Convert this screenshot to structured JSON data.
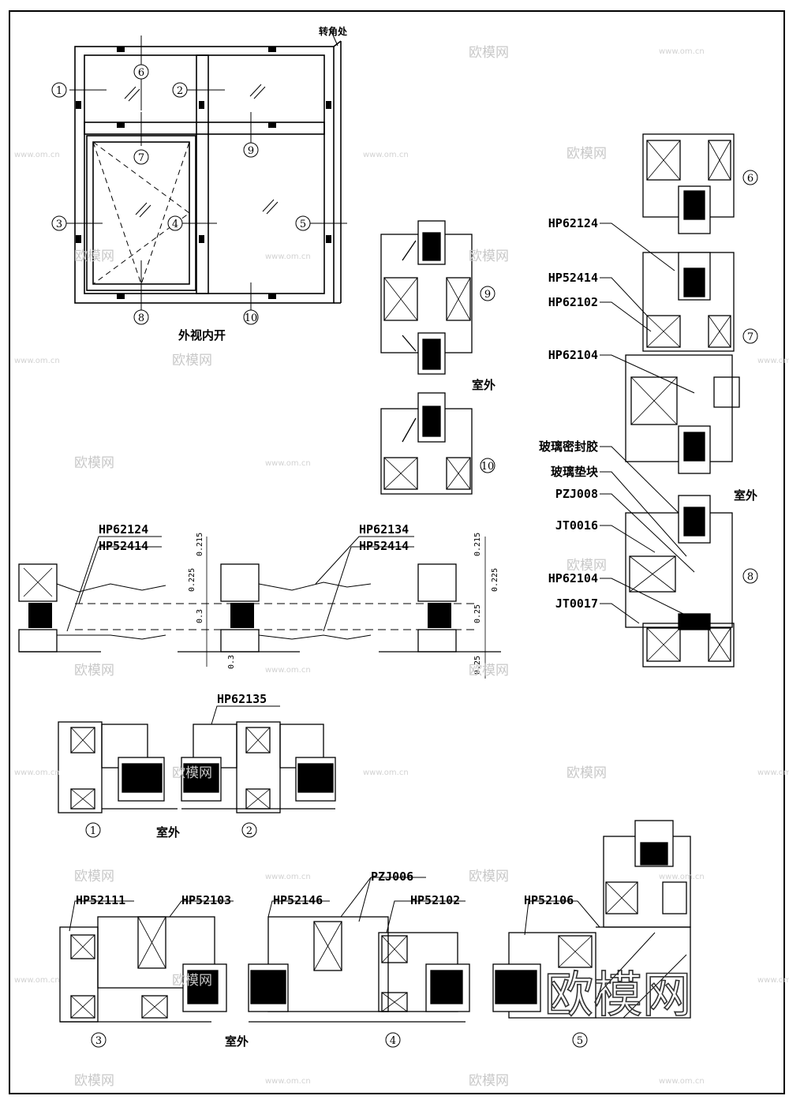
{
  "elevation": {
    "corner_note": "转角处",
    "title": "外视内开",
    "markers": [
      "1",
      "2",
      "3",
      "4",
      "5",
      "6",
      "7",
      "8",
      "9",
      "10"
    ]
  },
  "section_titles": {
    "outdoor": "室外"
  },
  "callouts": {
    "hp62124": "HP62124",
    "hp52414": "HP52414",
    "hp62102": "HP62102",
    "hp62104": "HP62104",
    "glass_sealant": "玻璃密封胶",
    "glass_block": "玻璃垫块",
    "pzj008": "PZJ008",
    "jt0016": "JT0016",
    "jt0017": "JT0017",
    "hp62134": "HP62134",
    "hp62135": "HP62135",
    "hp52111": "HP52111",
    "hp52103": "HP52103",
    "hp52146": "HP52146",
    "pzj006": "PZJ006",
    "hp52102": "HP52102",
    "hp52106": "HP52106"
  },
  "dimensions": [
    "0.215",
    "0.225",
    "0.3",
    "0.3",
    "0.215",
    "0.225",
    "0.25",
    "0.25"
  ],
  "watermark": {
    "brand": "欧模网",
    "url": "www.om.cn"
  }
}
